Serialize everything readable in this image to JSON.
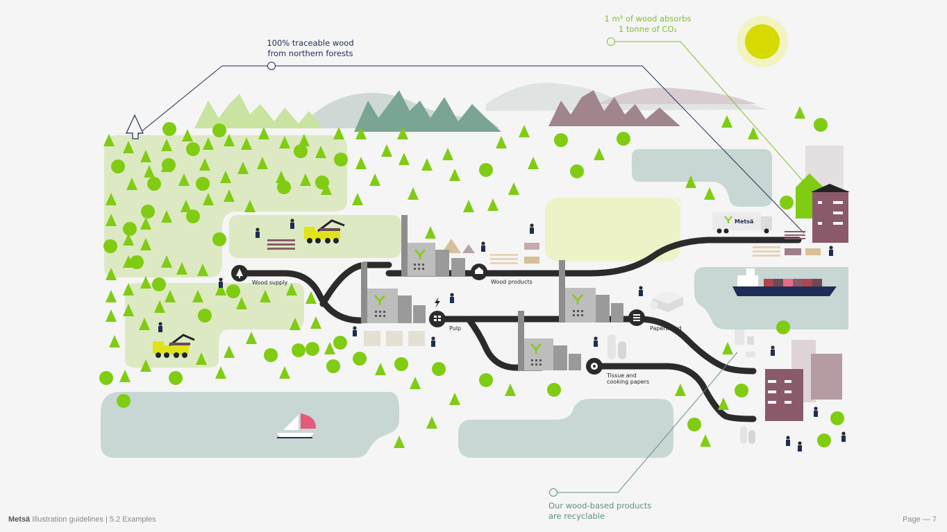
{
  "callouts": {
    "wood_traceable": [
      "100% traceable wood",
      "from northern forests"
    ],
    "co2": [
      "1 m³ of wood absorbs",
      "1 tonne of CO₂"
    ],
    "recyclable": [
      "Our wood-based products",
      "are recyclable"
    ]
  },
  "process_labels": {
    "wood_supply": "Wood supply",
    "wood_products": "Wood products",
    "pulp": "Pulp",
    "paperboard": "Paperboard",
    "tissue": [
      "Tissue and",
      "cooking papers"
    ]
  },
  "truck_brand": "Metsä",
  "footer": {
    "brand": "Metsä",
    "title": "Illustration guidelines | 5.2 Examples",
    "page": "Page — 7"
  },
  "colors": {
    "background": "#f5f5f5",
    "forest_green": "#7fcc12",
    "light_green_area": "#dde9c2",
    "water": "#c8d6d4",
    "road": "#2b2b2b",
    "sun_outer": "#f1f3c1",
    "sun_inner": "#d6da00",
    "callout_navy": "#1d2d55",
    "callout_green": "#7fbf2a",
    "callout_teal": "#5f8f86"
  }
}
